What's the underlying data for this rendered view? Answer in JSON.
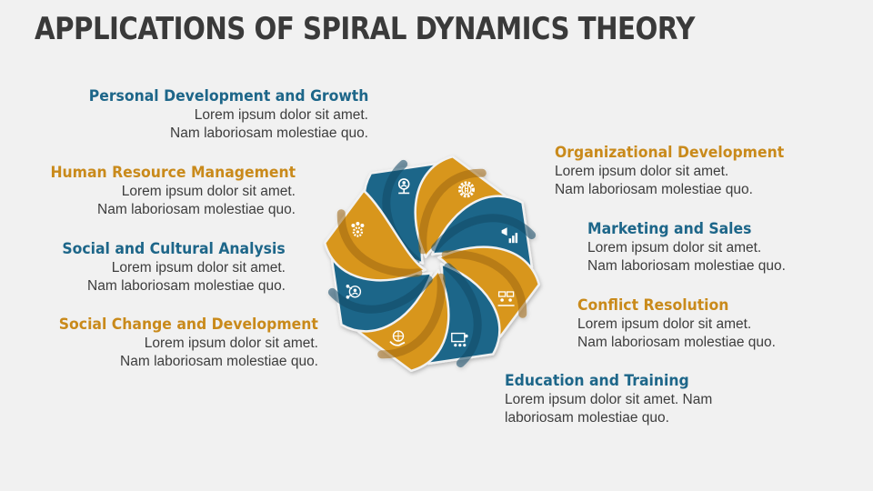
{
  "title": "APPLICATIONS OF SPIRAL DYNAMICS THEORY",
  "colors": {
    "blue": "#1d6689",
    "blue_dark": "#104865",
    "gold": "#d8961e",
    "gold_dark": "#9f6810",
    "text": "#3d3d3d",
    "background": "#f1f1f1"
  },
  "items": [
    {
      "heading": "Personal Development and Growth",
      "line1": "Lorem ipsum dolor sit amet.",
      "line2": "Nam laboriosam molestiae quo.",
      "color": "blue",
      "icon": "person-growth-icon"
    },
    {
      "heading": "Human Resource Management",
      "line1": "Lorem ipsum dolor sit amet.",
      "line2": "Nam laboriosam molestiae quo.",
      "color": "gold",
      "icon": "hr-team-icon"
    },
    {
      "heading": "Social and Cultural Analysis",
      "line1": "Lorem ipsum dolor sit amet.",
      "line2": "Nam laboriosam molestiae quo.",
      "color": "blue",
      "icon": "social-network-icon"
    },
    {
      "heading": "Social Change and Development",
      "line1": "Lorem ipsum dolor sit amet.",
      "line2": "Nam laboriosam molestiae quo.",
      "color": "gold",
      "icon": "globe-hand-icon"
    },
    {
      "heading": "Organizational Development",
      "line1": "Lorem ipsum dolor sit amet.",
      "line2": "Nam laboriosam molestiae quo.",
      "color": "gold",
      "icon": "gear-ladder-icon"
    },
    {
      "heading": "Marketing and Sales",
      "line1": "Lorem ipsum dolor sit amet.",
      "line2": "Nam laboriosam molestiae quo.",
      "color": "blue",
      "icon": "megaphone-chart-icon"
    },
    {
      "heading": "Conflict Resolution",
      "line1": "Lorem ipsum dolor sit amet.",
      "line2": "Nam laboriosam molestiae quo.",
      "color": "gold",
      "icon": "negotiation-icon"
    },
    {
      "heading": "Education and Training",
      "line1": "Lorem ipsum dolor sit amet. Nam",
      "line2": "laboriosam molestiae quo.",
      "color": "blue",
      "icon": "classroom-icon"
    }
  ]
}
